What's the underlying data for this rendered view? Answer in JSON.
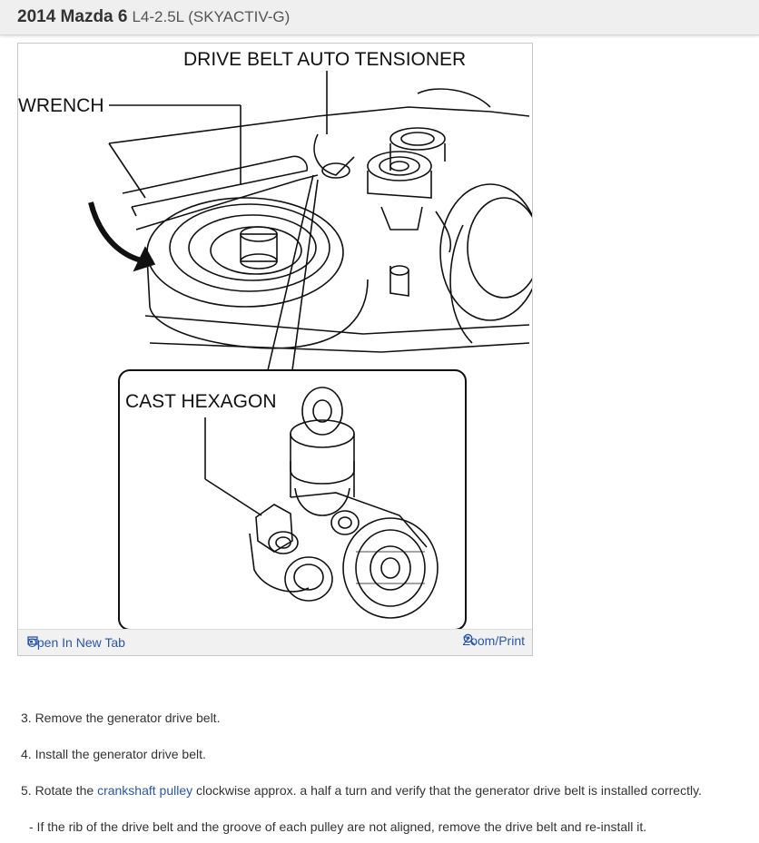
{
  "header": {
    "model": "2014 Mazda 6",
    "engine": "L4-2.5L (SKYACTIV-G)"
  },
  "figure": {
    "labels": {
      "tensioner": "DRIVE BELT AUTO TENSIONER",
      "wrench": "WRENCH",
      "hexagon": "CAST HEXAGON"
    },
    "open_tab": "Open In New Tab",
    "zoom_print": "Zoom/Print",
    "icons": [
      "open-new-tab-icon",
      "zoom-icon"
    ]
  },
  "steps": {
    "s3": "3. Remove the generator drive belt.",
    "s4": "4. Install the generator drive belt.",
    "s5_prefix": "5. Rotate the ",
    "s5_link": "crankshaft pulley",
    "s5_suffix": " clockwise approx. a half a turn and verify that the generator drive belt is installed correctly.",
    "s6": "- If the rib of the drive belt and the groove of each pulley are not aligned, remove the drive belt and re-install it."
  },
  "colors": {
    "link": "#2a56a8",
    "header_bg": "#efefef"
  }
}
